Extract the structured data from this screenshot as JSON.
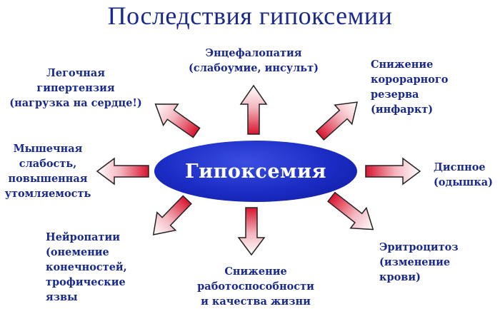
{
  "title": "Последствия гипоксемии",
  "center": "Гипоксемия",
  "consequences": {
    "encephalopathy": "Энцефалопатия\n(слабоумие, инсульт)",
    "coronary": "Снижение\nкорорарного\nрезерва\n(инфаркт)",
    "pulmonary": "Легочная\nгипертензия\n(нагрузка на сердце!)",
    "muscle": "Мышечная\nслабость,\nповышенная\nутомляемость",
    "dyspnea": "Диспное\n(одышка)",
    "neuropathy": "Нейропатии\n(онемение\nконечностей,\nтрофические\nязвы",
    "work": "Снижение\nработоспособности\nи качества жизни",
    "erythrocytosis": "Эритроцитоз\n(изменение\nкрови)"
  },
  "colors": {
    "text": "#1a2a8c",
    "ellipse": "#1a2bc4",
    "arrow_dark": "#d8142e",
    "arrow_light": "#ffffff"
  }
}
